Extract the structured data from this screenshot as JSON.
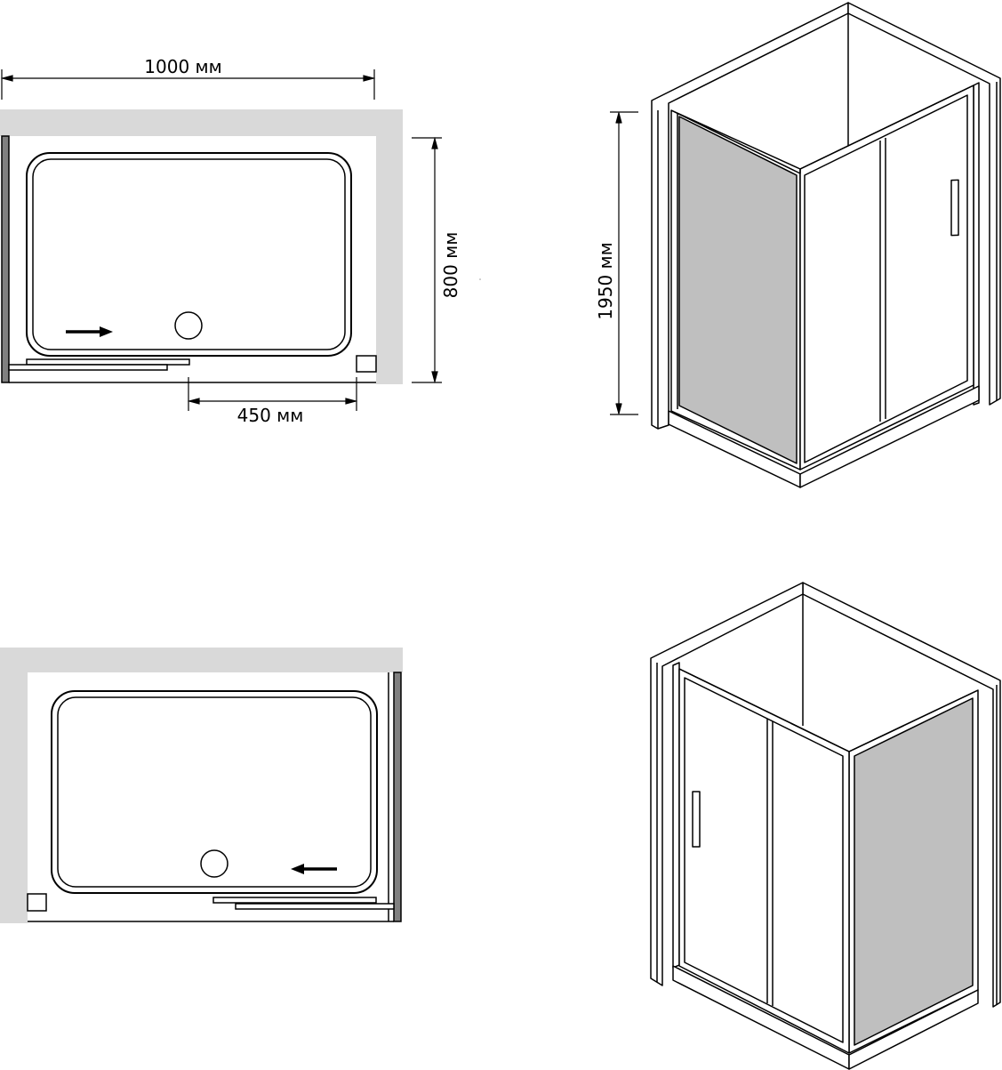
{
  "dimensions": {
    "width_label": "1000 мм",
    "depth_label": "800 мм",
    "door_label": "450 мм",
    "height_label": "1950 мм"
  },
  "colors": {
    "wall": "#d9d9d9",
    "glass": "#bfbfbf",
    "line": "#000000",
    "background": "#ffffff"
  },
  "icons": {
    "door_direction_top": "arrow-right",
    "door_direction_bottom": "arrow-left"
  }
}
